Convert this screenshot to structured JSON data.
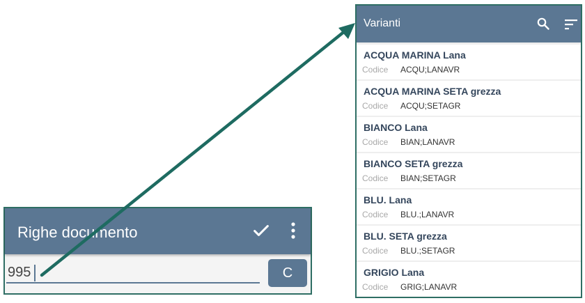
{
  "left_screen": {
    "title": "Righe documento",
    "input_value": "995",
    "c_button_label": "C",
    "icons": {
      "confirm": "check-icon",
      "menu": "kebab-menu-icon"
    }
  },
  "right_screen": {
    "title": "Varianti",
    "icons": {
      "search": "search-icon",
      "sort": "sort-icon"
    },
    "code_label": "Codice",
    "items": [
      {
        "name": "ACQUA MARINA Lana",
        "code": "ACQU;LANAVR"
      },
      {
        "name": "ACQUA MARINA SETA grezza",
        "code": "ACQU;SETAGR"
      },
      {
        "name": "BIANCO Lana",
        "code": "BIAN;LANAVR"
      },
      {
        "name": "BIANCO SETA grezza",
        "code": "BIAN;SETAGR"
      },
      {
        "name": "BLU. Lana",
        "code": "BLU.;LANAVR"
      },
      {
        "name": "BLU. SETA grezza",
        "code": "BLU.;SETAGR"
      },
      {
        "name": "GRIGIO Lana",
        "code": "GRIG;LANAVR"
      }
    ]
  },
  "colors": {
    "appbar": "#5b7793",
    "frame_border": "#2e6e64",
    "arrow": "#1e6b61",
    "item_title": "#34465c"
  }
}
